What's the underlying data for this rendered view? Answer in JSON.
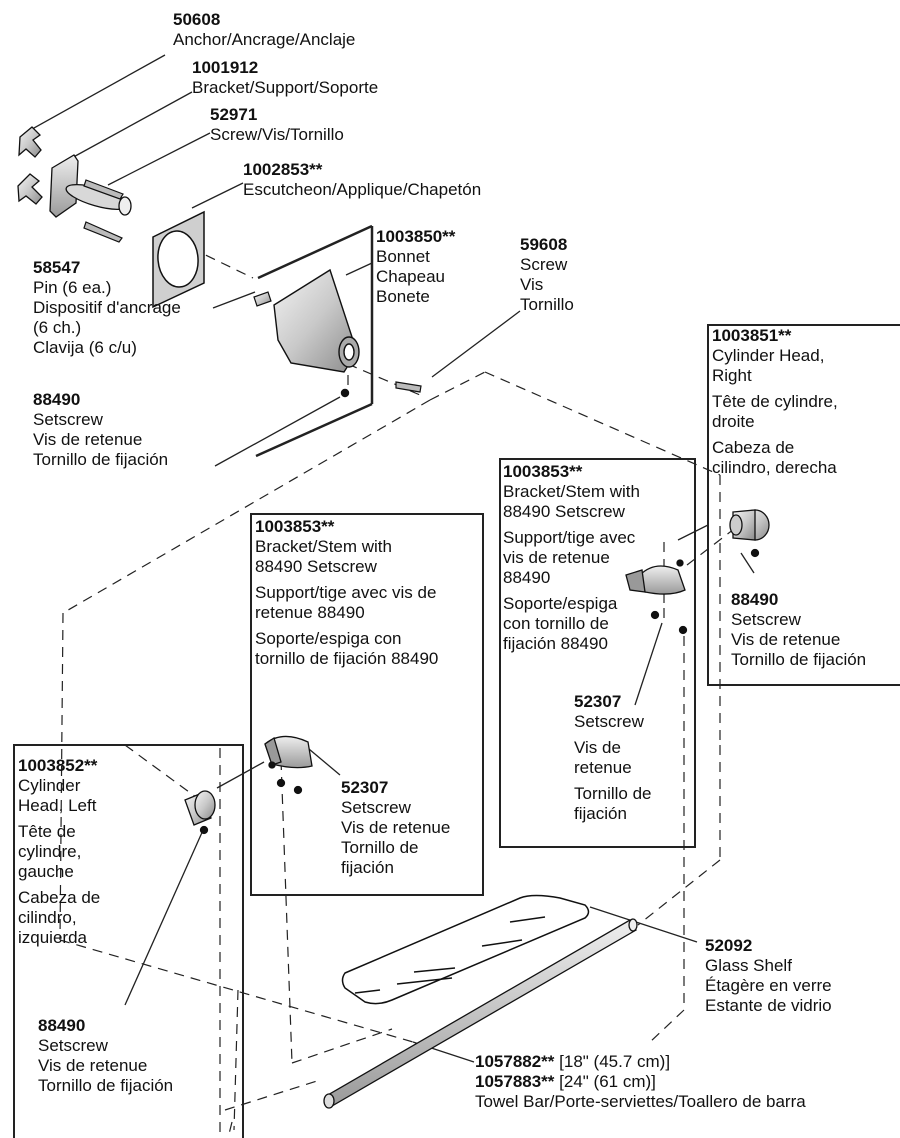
{
  "parts": {
    "anchor": {
      "number": "50608",
      "desc": "Anchor/Ancrage/Anclaje"
    },
    "bracket": {
      "number": "1001912",
      "desc": "Bracket/Support/Soporte"
    },
    "screw_52971": {
      "number": "52971",
      "desc": "Screw/Vis/Tornillo"
    },
    "escutcheon": {
      "number": "1002853**",
      "desc": "Escutcheon/Applique/Chapetón"
    },
    "bonnet": {
      "number": "1003850**",
      "lines": [
        "Bonnet",
        "Chapeau",
        "Bonete"
      ]
    },
    "screw_59608": {
      "number": "59608",
      "lines": [
        "Screw",
        "Vis",
        "Tornillo"
      ]
    },
    "pin": {
      "number": "58547",
      "lines": [
        "Pin (6 ea.)",
        "Dispositif d'ancrage",
        "(6 ch.)",
        "Clavija (6 c/u)"
      ]
    },
    "setscrew_top": {
      "number": "88490",
      "lines": [
        "Setscrew",
        "Vis de retenue",
        "Tornillo de fijación"
      ]
    },
    "cyl_right": {
      "number": "1003851**",
      "en": [
        "Cylinder Head,",
        "Right"
      ],
      "fr": [
        "Tête de cylindre,",
        "droite"
      ],
      "es": [
        "Cabeza de",
        "cilindro, derecha"
      ]
    },
    "setscrew_right": {
      "number": "88490",
      "lines": [
        "Setscrew",
        "Vis de retenue",
        "Tornillo de fijación"
      ]
    },
    "stem_right": {
      "number": "1003853**",
      "en": [
        "Bracket/Stem with",
        "88490 Setscrew"
      ],
      "fr": [
        "Support/tige avec",
        "vis de retenue",
        "88490"
      ],
      "es": [
        "Soporte/espiga",
        "con tornillo de",
        "fijación 88490"
      ]
    },
    "setscrew_52307_right": {
      "number": "52307",
      "lines": [
        "Setscrew"
      ],
      "fr": [
        "Vis de",
        "retenue"
      ],
      "es": [
        "Tornillo de",
        "fijación"
      ]
    },
    "stem_left": {
      "number": "1003853**",
      "en": [
        "Bracket/Stem with",
        "88490 Setscrew"
      ],
      "fr": [
        "Support/tige avec vis de",
        "retenue 88490"
      ],
      "es": [
        "Soporte/espiga con",
        "tornillo de fijación 88490"
      ]
    },
    "setscrew_52307_left": {
      "number": "52307",
      "lines": [
        "Setscrew",
        "Vis de retenue",
        "Tornillo de",
        "fijación"
      ]
    },
    "cyl_left": {
      "number": "1003852**",
      "en": [
        "Cylinder",
        "Head, Left"
      ],
      "fr": [
        "Tête de",
        "cylindre,",
        "gauche"
      ],
      "es": [
        "Cabeza de",
        "cilindro,",
        "izquierda"
      ]
    },
    "setscrew_left": {
      "number": "88490",
      "lines": [
        "Setscrew",
        "Vis de retenue",
        "Tornillo de fijación"
      ]
    },
    "glass_shelf": {
      "number": "52092",
      "lines": [
        "Glass Shelf",
        "Étagère en verre",
        "Estante de vidrio"
      ]
    },
    "towel_bar": {
      "number_a": "1057882**",
      "size_a": " [18\" (45.7 cm)]",
      "number_b": "1057883**",
      "size_b": " [24\" (61 cm)]",
      "desc": "Towel Bar/Porte-serviettes/Toallero de barra"
    }
  }
}
